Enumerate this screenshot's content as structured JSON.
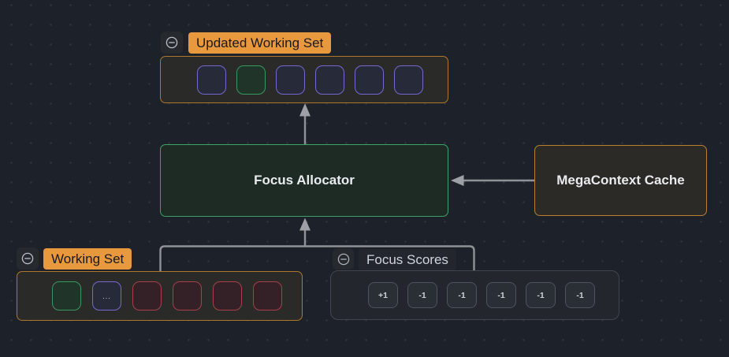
{
  "colors": {
    "background": "#1d222a",
    "grid_dot": "#32363d",
    "group_label_orange": "#e9993d",
    "group_border_orange": "#b0762b",
    "focus_allocator_border": "#3da468",
    "megacontext_border": "#bd7e2f",
    "token_purple_border": "#7668d0",
    "token_green_border": "#36995e",
    "token_red_border": "#a93f47",
    "scores_border": "#41464e",
    "arrow": "#8f9296"
  },
  "nodes": {
    "focus_allocator": {
      "label": "Focus Allocator"
    },
    "megacontext_cache": {
      "label": "MegaContext Cache"
    }
  },
  "groups": {
    "updated_working_set": {
      "label": "Updated Working Set",
      "collapse_icon": "circle-minus-icon",
      "tokens": [
        {
          "type": "purple",
          "text": ""
        },
        {
          "type": "green",
          "text": ""
        },
        {
          "type": "purple",
          "text": ""
        },
        {
          "type": "purple",
          "text": ""
        },
        {
          "type": "purple",
          "text": ""
        },
        {
          "type": "purple",
          "text": ""
        }
      ]
    },
    "working_set": {
      "label": "Working Set",
      "collapse_icon": "circle-minus-icon",
      "tokens": [
        {
          "type": "green",
          "text": ""
        },
        {
          "type": "purple",
          "text": "..."
        },
        {
          "type": "red",
          "text": ""
        },
        {
          "type": "red",
          "text": ""
        },
        {
          "type": "red",
          "text": ""
        },
        {
          "type": "red",
          "text": ""
        }
      ]
    },
    "focus_scores": {
      "label": "Focus Scores",
      "collapse_icon": "circle-minus-icon",
      "scores": [
        "+1",
        "-1",
        "-1",
        "-1",
        "-1",
        "-1"
      ]
    }
  }
}
